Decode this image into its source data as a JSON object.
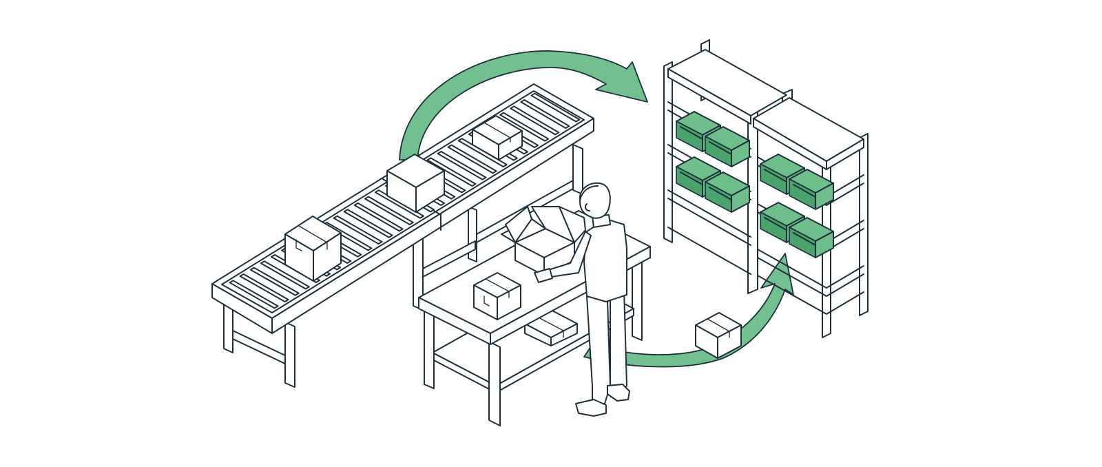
{
  "palette": {
    "line": "#1e2f3a",
    "accent_green": "#72c08f",
    "bin_green": "#6fbf8c",
    "bin_green_dark": "#4aa36d",
    "background": "#ffffff"
  },
  "scene": {
    "objects": [
      "roller-conveyor",
      "packing-table",
      "worker",
      "open-cardboard-box",
      "sealed-cardboard-box",
      "storage-shelving",
      "green-storage-bins",
      "cycle-arrow"
    ]
  }
}
